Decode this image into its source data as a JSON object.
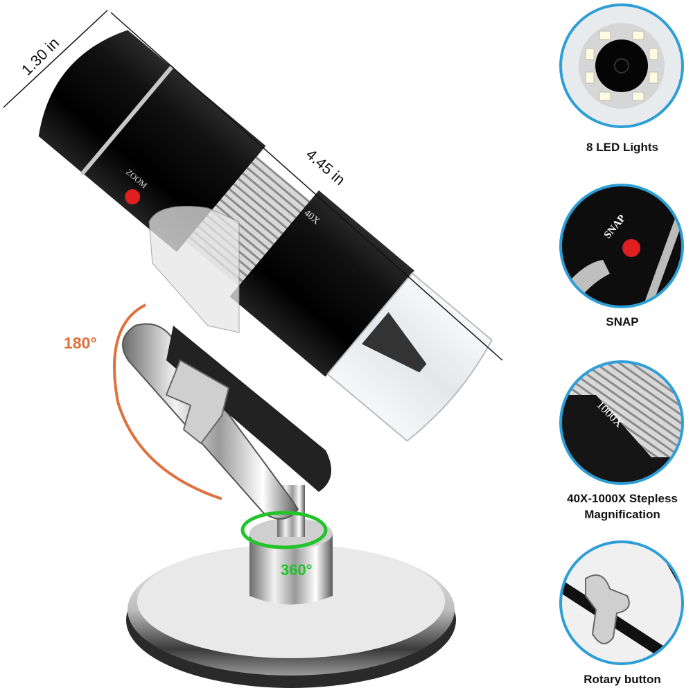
{
  "dimensions": {
    "diameter": "1.30 in",
    "length": "4.45 in"
  },
  "body_markings": {
    "zoom_button": "ZOOM",
    "min_magnification": "40X"
  },
  "rotation": {
    "arm": "180°",
    "base": "360°"
  },
  "features": [
    {
      "label": "8 LED Lights",
      "detail_icon": "led-ring-icon"
    },
    {
      "label": "SNAP",
      "detail_text": "SNAP",
      "detail_icon": "snap-button-icon"
    },
    {
      "label": "40X-1000X Stepless Magnification",
      "detail_text": "1000X",
      "detail_icon": "magnification-dial-icon"
    },
    {
      "label": "Rotary button",
      "detail_icon": "rotary-knob-icon"
    }
  ],
  "colors": {
    "accent_ring": "#2e9fd6",
    "rotate_arm": "#e0713c",
    "rotate_base": "#22c42a",
    "button": "#e02020"
  }
}
